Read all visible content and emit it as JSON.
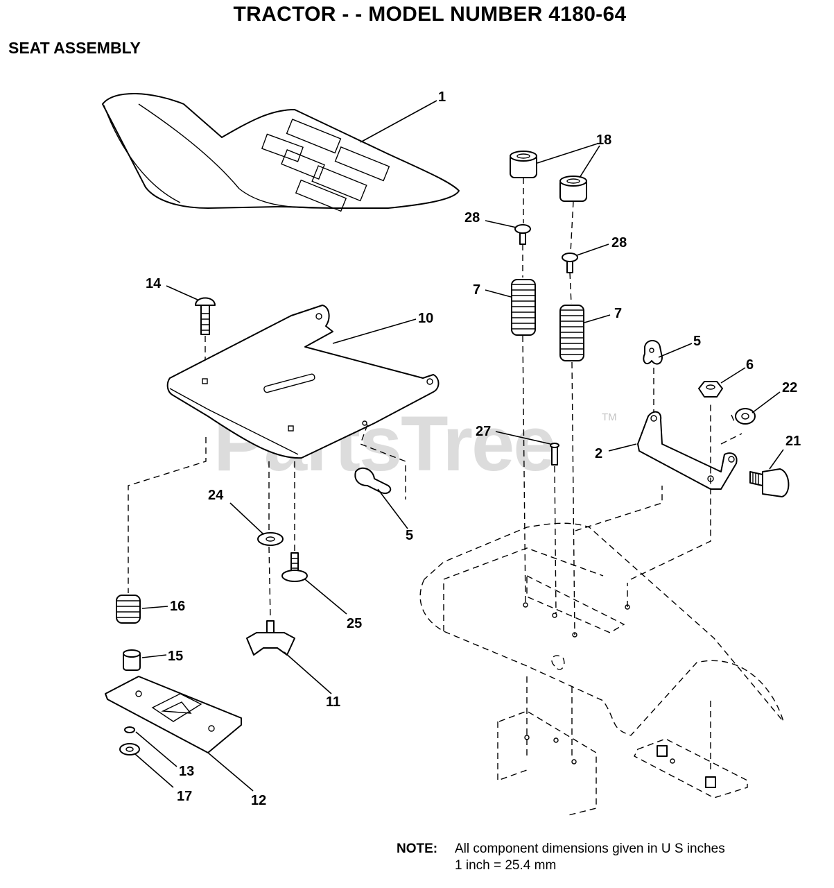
{
  "header": {
    "title": "TRACTOR - - MODEL NUMBER 4180-64",
    "subtitle": "SEAT ASSEMBLY"
  },
  "watermark": {
    "text": "PartsTree",
    "tm": "TM"
  },
  "callouts": {
    "c1": "1",
    "c18": "18",
    "c28a": "28",
    "c28b": "28",
    "c14": "14",
    "c10": "10",
    "c7a": "7",
    "c7b": "7",
    "c5a": "5",
    "c6": "6",
    "c22": "22",
    "c27": "27",
    "c2": "2",
    "c21": "21",
    "c24": "24",
    "c5b": "5",
    "c16": "16",
    "c25": "25",
    "c15": "15",
    "c11": "11",
    "c13": "13",
    "c17": "17",
    "c12": "12"
  },
  "note": {
    "label": "NOTE:",
    "line1": "All component dimensions given in U S  inches",
    "line2": "1 inch = 25.4 mm"
  }
}
